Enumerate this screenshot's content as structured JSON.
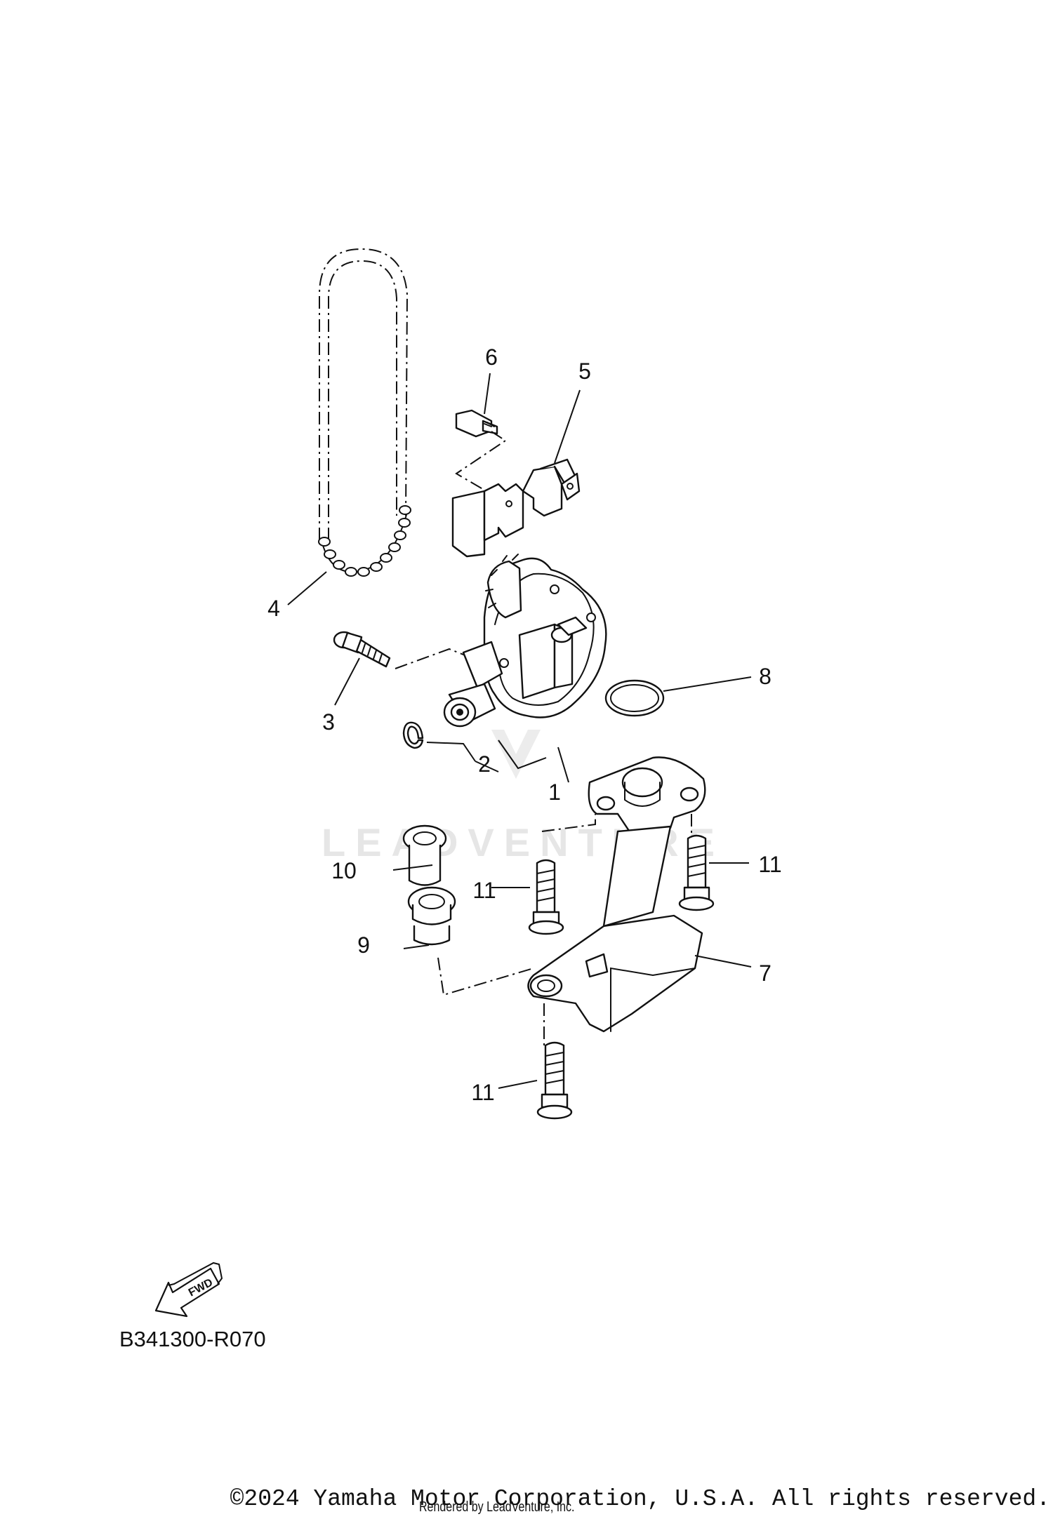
{
  "watermark": {
    "text": "LEADVENTURE"
  },
  "callouts": [
    {
      "id": "1",
      "label": "1"
    },
    {
      "id": "2",
      "label": "2"
    },
    {
      "id": "3",
      "label": "3"
    },
    {
      "id": "4",
      "label": "4"
    },
    {
      "id": "5",
      "label": "5"
    },
    {
      "id": "6",
      "label": "6"
    },
    {
      "id": "7",
      "label": "7"
    },
    {
      "id": "8",
      "label": "8"
    },
    {
      "id": "9",
      "label": "9"
    },
    {
      "id": "10",
      "label": "10"
    },
    {
      "id": "11a",
      "label": "11"
    },
    {
      "id": "11b",
      "label": "11"
    },
    {
      "id": "11c",
      "label": "11"
    }
  ],
  "fwd_label": "FWD",
  "diagram_code": "B341300-R070",
  "footer": {
    "copyright": "©2024 Yamaha Motor Corporation, U.S.A. All rights reserved.",
    "rendered_by": "Rendered by LeadVenture, Inc."
  }
}
